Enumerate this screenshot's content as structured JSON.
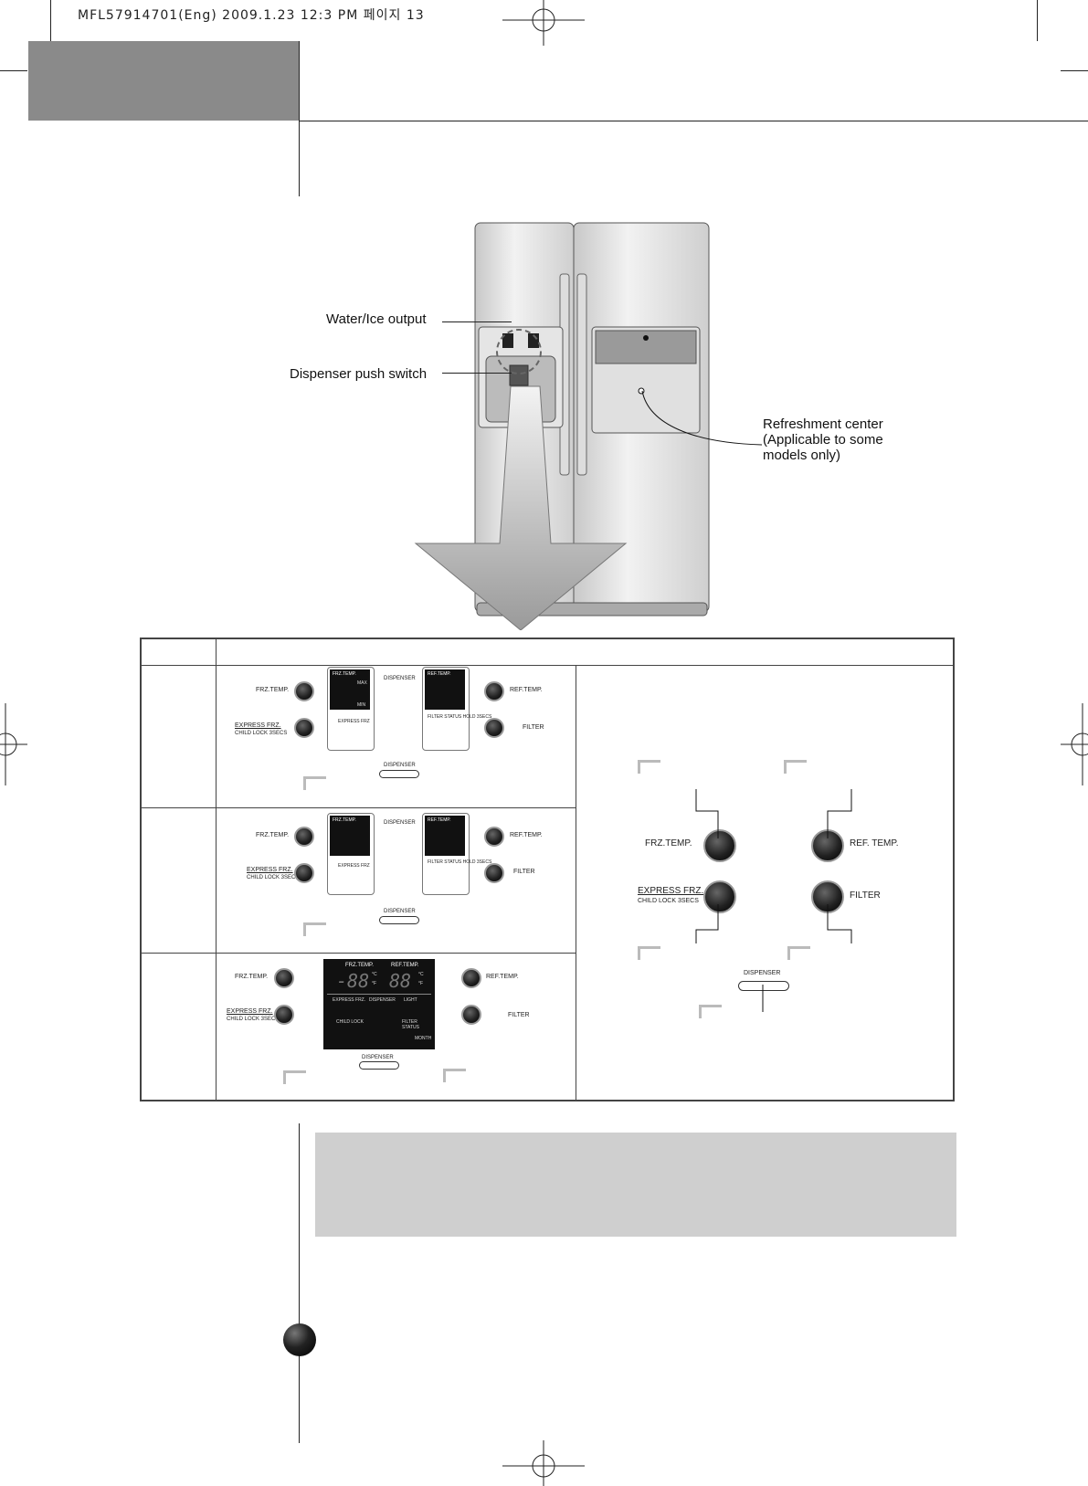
{
  "header": {
    "print_info": "MFL57914701(Eng)  2009.1.23 12:3 PM 페이지 13"
  },
  "fridge": {
    "callouts": {
      "water_ice_output": "Water/Ice output",
      "dispenser_push_switch": "Dispenser push switch",
      "refreshment_center_line1": "Refreshment center",
      "refreshment_center_line2": "(Applicable to some",
      "refreshment_center_line3": "models only)"
    }
  },
  "panels": {
    "panel1": {
      "frz_temp": "FRZ.TEMP.",
      "express_frz": "EXPRESS FRZ.",
      "child_lock": "CHILD LOCK 3SECS",
      "ref_temp": "REF.TEMP.",
      "filter": "FILTER",
      "lcd_frz": "FRZ.TEMP.",
      "lcd_ref": "REF.TEMP.",
      "lcd_dispenser": "DISPENSER",
      "lcd_express": "EXPRESS FRZ",
      "lcd_filter": "FILTER STATUS HOLD 3SECS",
      "max": "MAX",
      "min": "MIN",
      "dispenser_button": "DISPENSER"
    },
    "panel2": {
      "frz_temp": "FRZ.TEMP.",
      "express_frz": "EXPRESS FRZ.",
      "child_lock": "CHILD LOCK 3SECS",
      "ref_temp": "REF.TEMP.",
      "filter": "FILTER",
      "lcd_frz": "FRZ.TEMP.",
      "lcd_ref": "REF.TEMP.",
      "lcd_dispenser": "DISPENSER",
      "lcd_express": "EXPRESS FRZ",
      "lcd_filter": "FILTER STATUS HOLD 3SECS",
      "dispenser_button": "DISPENSER"
    },
    "panel3": {
      "frz_temp": "FRZ.TEMP.",
      "express_frz": "EXPRESS FRZ.",
      "child_lock": "CHILD LOCK 3SECS",
      "ref_temp": "REF.TEMP.",
      "filter": "FILTER",
      "lcd_frz": "FRZ.TEMP.",
      "lcd_ref": "REF.TEMP.",
      "lcd_digits_frz": "-88",
      "lcd_digits_ref": "88",
      "lcd_unit_c": "°C",
      "lcd_unit_f": "°F",
      "lcd_express": "EXPRESS FRZ.",
      "lcd_dispenser": "DISPENSER",
      "lcd_light": "LIGHT",
      "lcd_child_lock": "CHILD LOCK",
      "lcd_filter_status": "FILTER STATUS",
      "lcd_month": "MONTH",
      "dispenser_button": "DISPENSER"
    },
    "detail": {
      "frz_temp": "FRZ.TEMP.",
      "ref_temp": "REF. TEMP.",
      "express_frz": "EXPRESS FRZ.",
      "child_lock": "CHILD LOCK 3SECS",
      "filter": "FILTER",
      "dispenser": "DISPENSER"
    }
  }
}
